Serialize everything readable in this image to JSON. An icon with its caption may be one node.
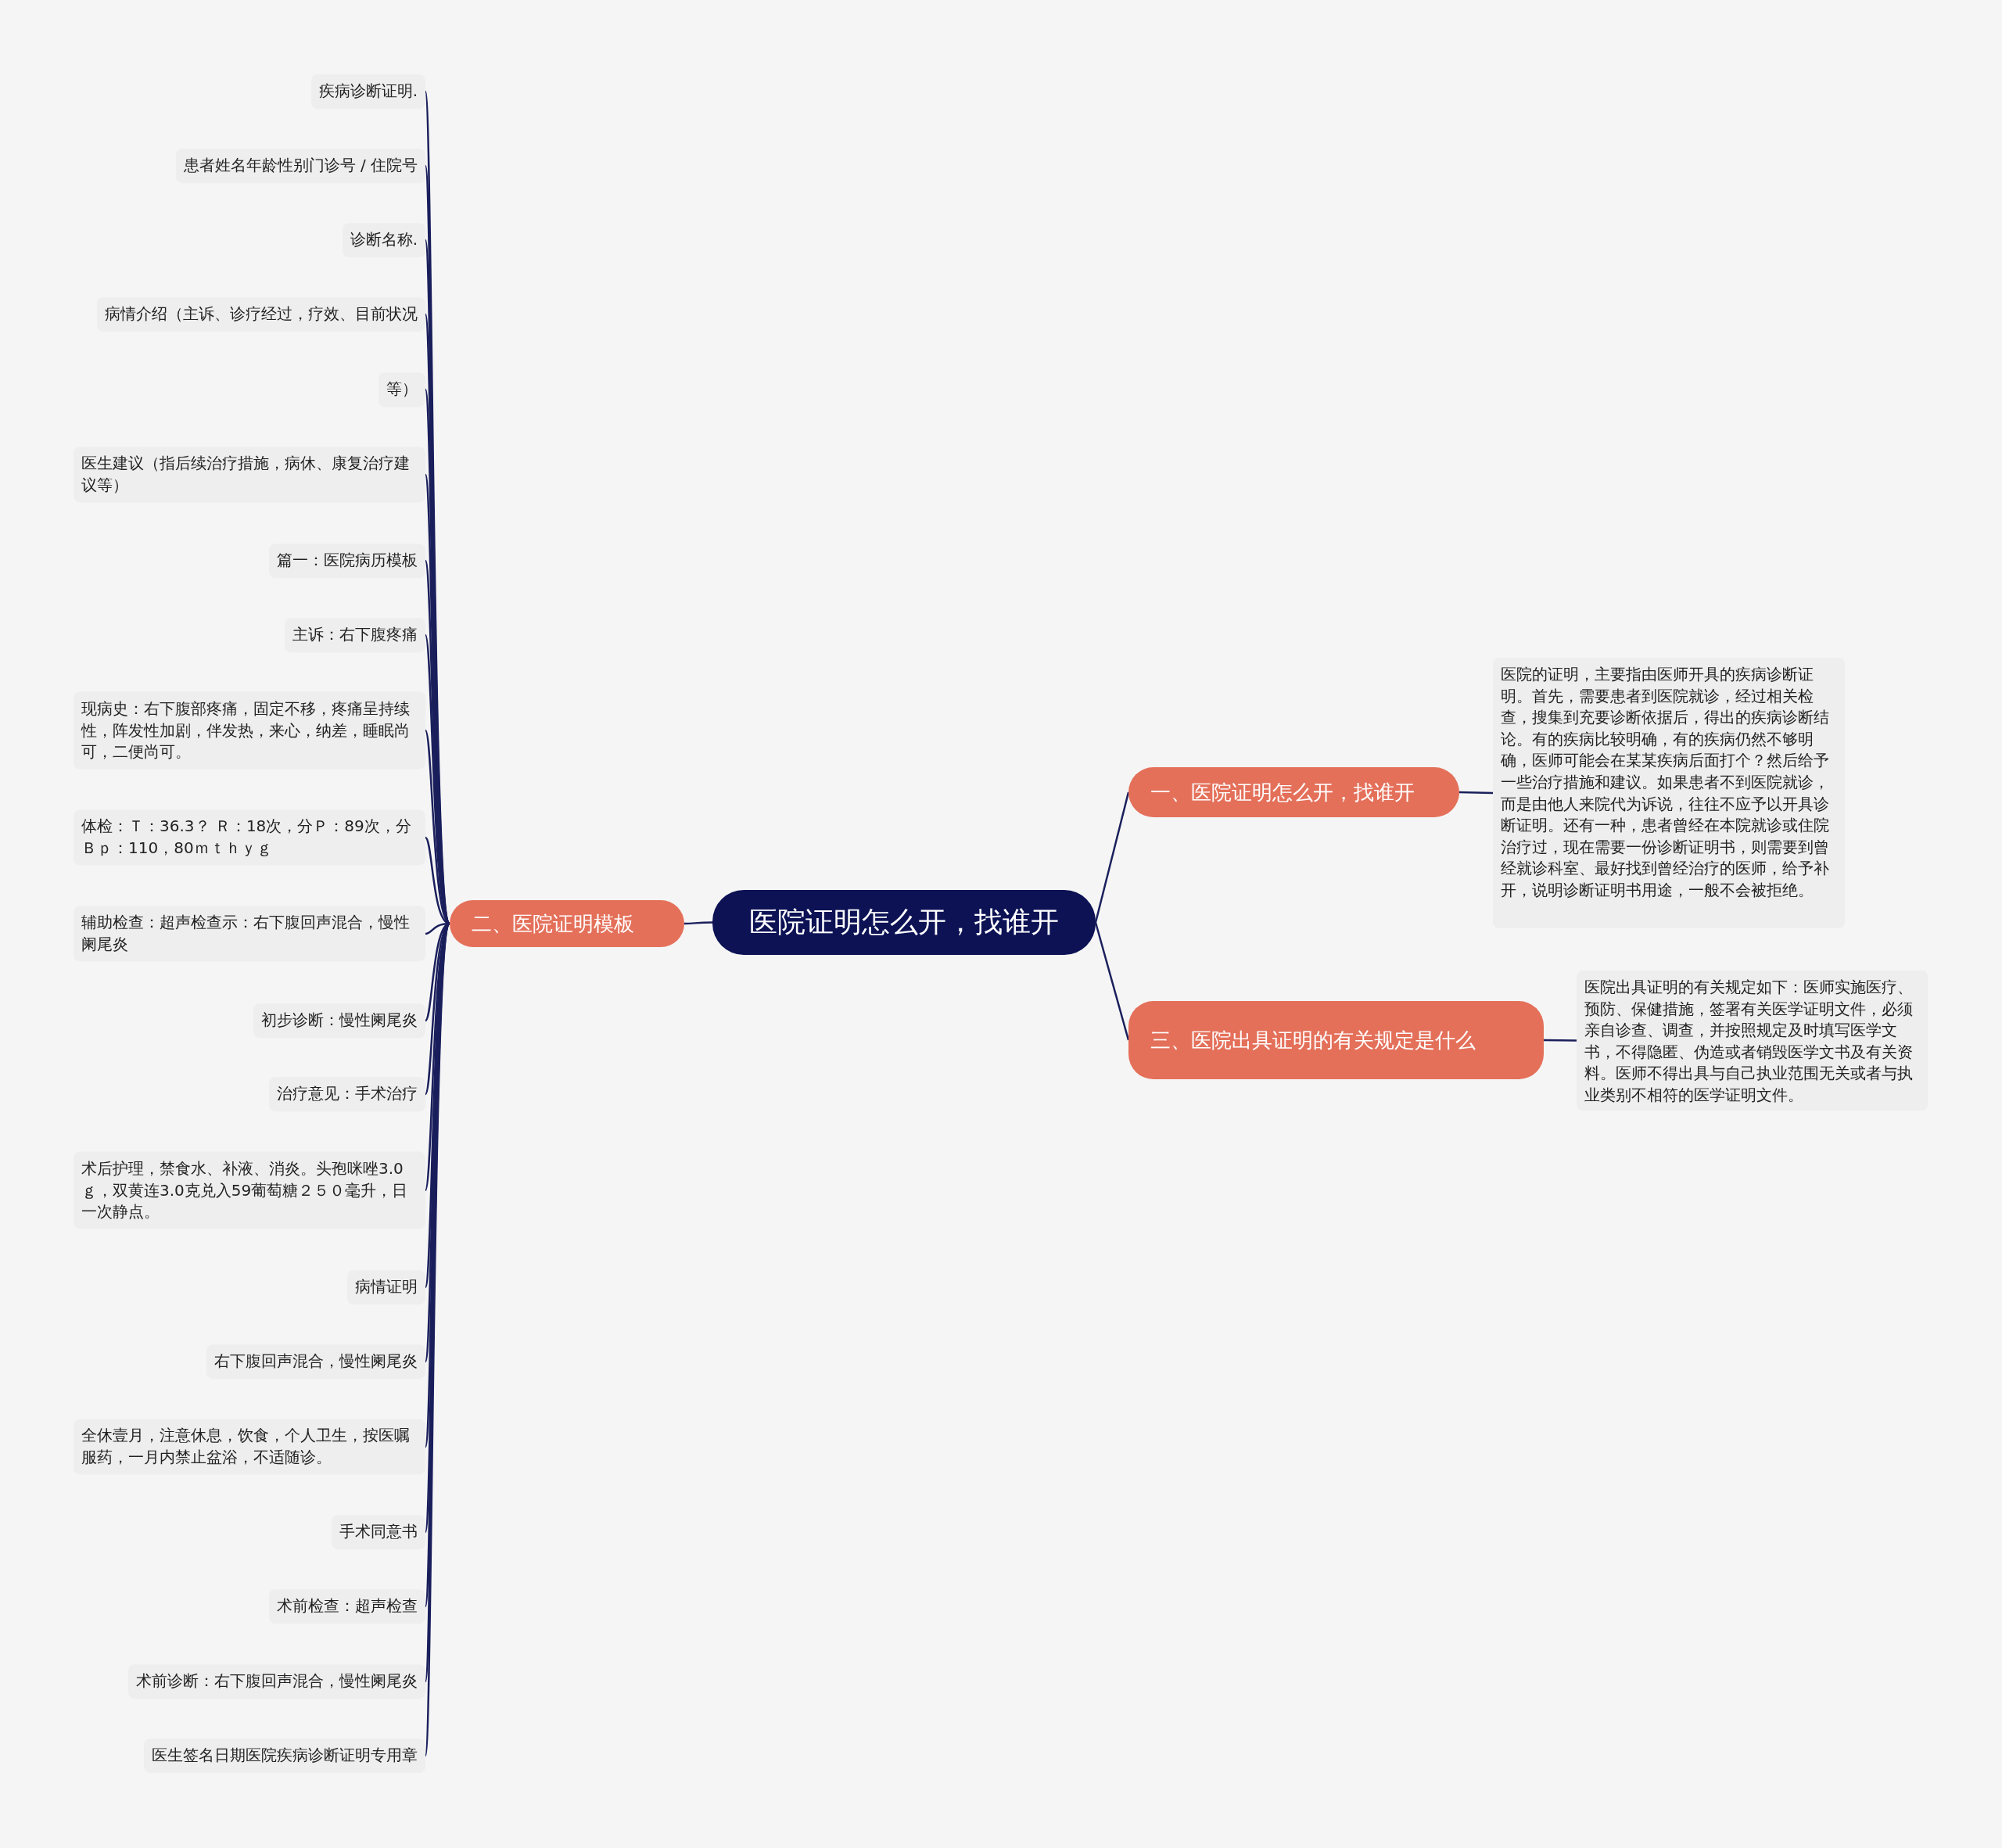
{
  "diagram": {
    "nodes": [
      {
        "text": [
          "医院证明怎么开，找谁开"
        ]
      },
      {
        "text": [
          "一、医院证明怎么开，找谁开"
        ]
      },
      {
        "text": [
          "医院的证明，主要指由医师开具的疾病诊断证明。首先，需要患者到医院就诊，经过相关检查，搜集到充要诊断依据后，得出的疾病诊断结论。有的疾病比较明确，有的疾病仍然不够明确，医师可能会在某某疾病后面打个？然后给予一些治疗措施和建议。如果患者不到医院就诊，而是由他人来院代为诉说，往往不应予以开具诊断证明。还有一种，患者曾经在本院就诊或住院治疗过，现在需要一份诊断证明书，则需要到曾经就诊科室、最好找到曾经治疗的医师，给予补开，说明诊断证明书用途，一般不会被拒绝。"
        ]
      },
      {
        "text": [
          "二、医院证明模板"
        ]
      },
      {
        "text": [
          "疾病诊断证明."
        ]
      },
      {
        "text": [
          "患者姓名年龄性别门诊号 / 住院号"
        ]
      },
      {
        "text": [
          "诊断名称."
        ]
      },
      {
        "text": [
          "病情介绍（主诉、诊疗经过，疗效、目前状况"
        ]
      },
      {
        "text": [
          "等）"
        ]
      },
      {
        "text": [
          "医生建议（指后续治疗措施，病休、康复治疗建议等）"
        ]
      },
      {
        "text": [
          "篇一：医院病历模板"
        ]
      },
      {
        "text": [
          "主诉：右下腹疼痛"
        ]
      },
      {
        "text": [
          "现病史：右下腹部疼痛，固定不移，疼痛呈持续性，阵发性加剧，伴发热，来心，纳差，睡眠尚可，二便尚可。"
        ]
      },
      {
        "text": [
          "体检：Ｔ：36.3？ Ｒ：18次，分Ｐ：89次，分Ｂｐ：110，80ｍｔｈｙｇ"
        ]
      },
      {
        "text": [
          "辅助检查：超声检查示：右下腹回声混合，慢性阑尾炎"
        ]
      },
      {
        "text": [
          "初步诊断：慢性阑尾炎"
        ]
      },
      {
        "text": [
          "治疗意见：手术治疗"
        ]
      },
      {
        "text": [
          "术后护理，禁食水、补液、消炎。头孢咪唑3.0ｇ，双黄连3.0克兑入59葡萄糖２５０毫升，日一次静点。"
        ]
      },
      {
        "text": [
          "病情证明"
        ]
      },
      {
        "text": [
          "右下腹回声混合，慢性阑尾炎"
        ]
      },
      {
        "text": [
          "全休壹月，注意休息，饮食，个人卫生，按医嘱服药，一月内禁止盆浴，不适随诊。"
        ]
      },
      {
        "text": [
          "手术同意书"
        ]
      },
      {
        "text": [
          "术前检查：超声检查"
        ]
      },
      {
        "text": [
          "术前诊断：右下腹回声混合，慢性阑尾炎"
        ]
      },
      {
        "text": [
          "医生签名日期医院疾病诊断证明专用章"
        ]
      },
      {
        "text": [
          "三、医院出具证明的有关规定是什么"
        ]
      },
      {
        "text": [
          "医院出具证明的有关规定如下：医师实施医疗、预防、保健措施，签署有关医学证明文件，必须亲自诊查、调查，并按照规定及时填写医学文书，不得隐匿、伪造或者销毁医学文书及有关资料。医师不得出具与自己执业范围无关或者与执业类别不相符的医学证明文件。"
        ]
      }
    ],
    "edges": [
      {
        "from": 0,
        "to": 1,
        "arrow": "none"
      },
      {
        "from": 1,
        "to": 2,
        "arrow": "none"
      },
      {
        "from": 0,
        "to": 3,
        "arrow": "none"
      },
      {
        "from": 3,
        "to": 4,
        "arrow": "none"
      },
      {
        "from": 3,
        "to": 5,
        "arrow": "none"
      },
      {
        "from": 3,
        "to": 6,
        "arrow": "none"
      },
      {
        "from": 3,
        "to": 7,
        "arrow": "none"
      },
      {
        "from": 3,
        "to": 8,
        "arrow": "none"
      },
      {
        "from": 3,
        "to": 9,
        "arrow": "none"
      },
      {
        "from": 3,
        "to": 10,
        "arrow": "none"
      },
      {
        "from": 3,
        "to": 11,
        "arrow": "none"
      },
      {
        "from": 3,
        "to": 12,
        "arrow": "none"
      },
      {
        "from": 3,
        "to": 13,
        "arrow": "none"
      },
      {
        "from": 3,
        "to": 14,
        "arrow": "none"
      },
      {
        "from": 3,
        "to": 15,
        "arrow": "none"
      },
      {
        "from": 3,
        "to": 16,
        "arrow": "none"
      },
      {
        "from": 3,
        "to": 17,
        "arrow": "none"
      },
      {
        "from": 3,
        "to": 18,
        "arrow": "none"
      },
      {
        "from": 3,
        "to": 19,
        "arrow": "none"
      },
      {
        "from": 3,
        "to": 20,
        "arrow": "none"
      },
      {
        "from": 3,
        "to": 21,
        "arrow": "none"
      },
      {
        "from": 3,
        "to": 22,
        "arrow": "none"
      },
      {
        "from": 3,
        "to": 23,
        "arrow": "none"
      },
      {
        "from": 3,
        "to": 24,
        "arrow": "none"
      },
      {
        "from": 0,
        "to": 25,
        "arrow": "none"
      },
      {
        "from": 25,
        "to": 26,
        "arrow": "none"
      }
    ]
  }
}
